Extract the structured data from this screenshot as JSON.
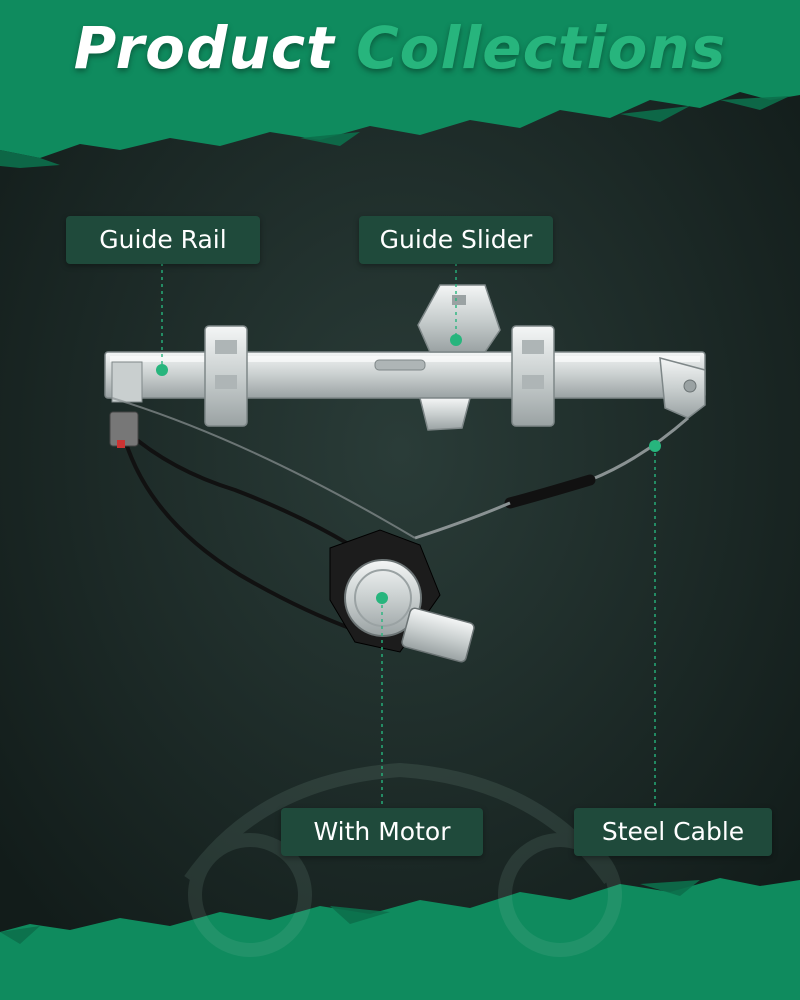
{
  "title": {
    "word1": "Product",
    "word2": "Collections"
  },
  "labels": {
    "guide_rail": "Guide Rail",
    "guide_slider": "Guide Slider",
    "with_motor": "With Motor",
    "steel_cable": "Steel Cable"
  },
  "colors": {
    "accent": "#27b57d",
    "brush_green": "#0f8b5e",
    "background": "#1b2a27",
    "label_bg": "#1f4a3b"
  }
}
